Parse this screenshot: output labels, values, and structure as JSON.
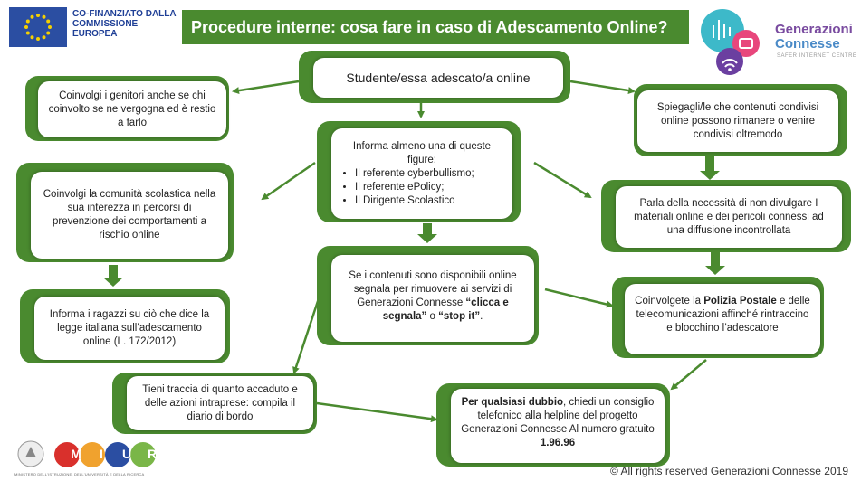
{
  "header": {
    "cofinanced_label": "CO-FINANZIATO DALLA COMMISSIONE EUROPEA",
    "title": "Procedure interne: cosa fare in caso di Adescamento Online?",
    "brand_line1": "Generazioni",
    "brand_line2": "Connesse",
    "brand_sub": "SAFER INTERNET CENTRE"
  },
  "nodes": {
    "center_top": "Studente/essa adescato/a online",
    "left_parents": "Coinvolgi i genitori anche se chi coinvolto se ne vergogna ed è restio a farlo",
    "inform_heading": "Informa almeno una di queste figure:",
    "inform_items": [
      "Il referente cyberbullismo;",
      "Il referente ePolicy;",
      "Il Dirigente Scolastico"
    ],
    "right_explain": "Spiegagli/le che contenuti condivisi online possono rimanere o venire condivisi oltremodo",
    "left_community": "Coinvolgi la comunità scolastica nella sua interezza in percorsi di prevenzione dei comportamenti a rischio online",
    "right_divulge": "Parla della necessità di non divulgare I materiali online e dei pericoli connessi ad una diffusione incontrollata",
    "left_law": "Informa i ragazzi su ciò che dice la legge italiana sull’adescamento online (L. 172/2012)",
    "center_report_pre": "Se i contenuti sono disponibili online segnala per rimuovere ai servizi di  Generazioni Connesse ",
    "center_report_b1": "“clicca e segnala”",
    "center_report_mid": " o ",
    "center_report_b2": "“stop it”",
    "center_report_end": ".",
    "right_police_pre": "Coinvolgete la ",
    "right_police_bold": "Polizia Postale",
    "right_police_post": " e delle telecomunicazioni affinché rintraccino e blocchino l’adescatore",
    "left_track": "Tieni traccia di quanto accaduto e delle azioni intraprese: compila il diario di bordo",
    "help_bold": "Per qualsiasi dubbio",
    "help_text": ", chiedi un consiglio telefonico alla helpline  del progetto Generazioni Connesse Al numero gratuito ",
    "help_number": "1.96.96"
  },
  "footer": {
    "copyright": "© All rights reserved Generazioni Connesse  2019",
    "miur_letters": [
      "M",
      "I",
      "U",
      "R"
    ],
    "ministry_caption": "MINISTERO DELL'ISTRUZIONE, DELL'UNIVERSITÀ E DELLA RICERCA"
  },
  "colors": {
    "accent_green": "#4a8a2f",
    "eu_blue": "#2b4ea2",
    "miur_colors": [
      "#d9302c",
      "#f0a22e",
      "#2b4ea2",
      "#7ab648"
    ]
  }
}
